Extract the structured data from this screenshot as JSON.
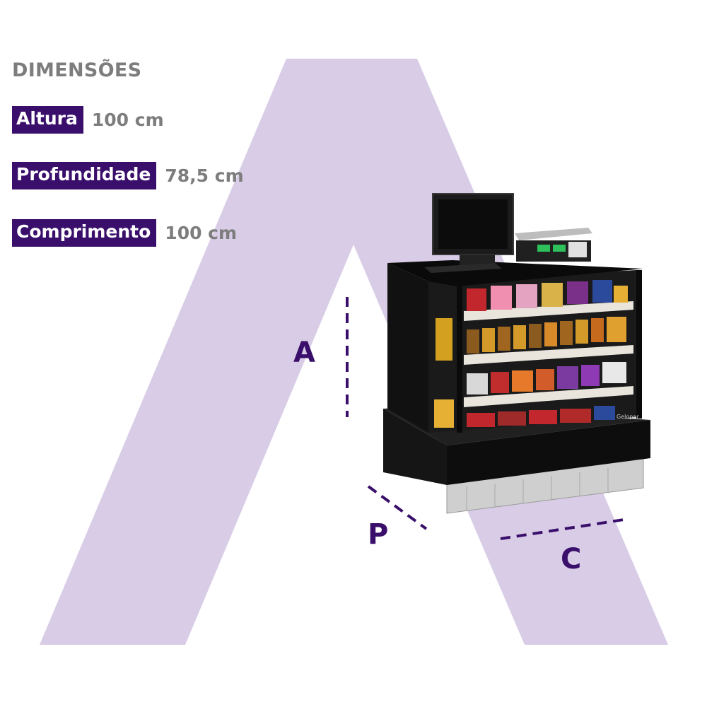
{
  "title": "DIMENSÕES",
  "dimensions": [
    {
      "label": "Altura",
      "value": "100 cm"
    },
    {
      "label": "Profundidade",
      "value": "78,5 cm"
    },
    {
      "label": "Comprimento",
      "value": "100 cm"
    }
  ],
  "axis_labels": {
    "height": "A",
    "depth": "P",
    "length": "C"
  },
  "brand_mark": "Gelopar",
  "colors": {
    "accent": "#3a0f6b",
    "text_gray": "#7d7d7d",
    "background_letter": "#d8cce6"
  }
}
